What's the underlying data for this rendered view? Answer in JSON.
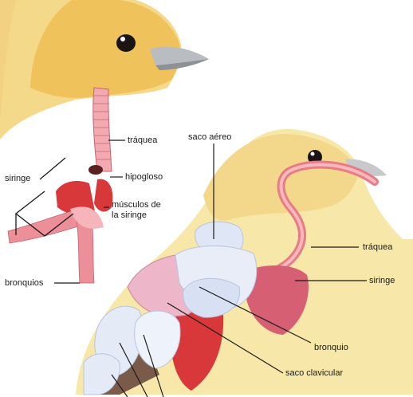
{
  "labels": {
    "traquea_upper": "tráquea",
    "saco_aereo": "saco aéreo",
    "siringe_left": "siringe",
    "hipogloso": "hipogloso",
    "musculos_line1": "músculos de",
    "musculos_line2": "la siringe",
    "bronquios": "bronquios",
    "traquea_right": "tráquea",
    "siringe_right": "siringe",
    "bronquio": "bronquio",
    "saco_clavicular": "saco clavicular"
  },
  "colors": {
    "feather_yellow": "#f4d77a",
    "feather_orange": "#efb04a",
    "beak_gray": "#c7c9cc",
    "trachea_pink": "#e87c86",
    "muscle_red": "#d9383a",
    "air_sac_blue": "#dfe6f5",
    "heart_pink": "#d65f73",
    "body_brown": "#7a5a48"
  }
}
